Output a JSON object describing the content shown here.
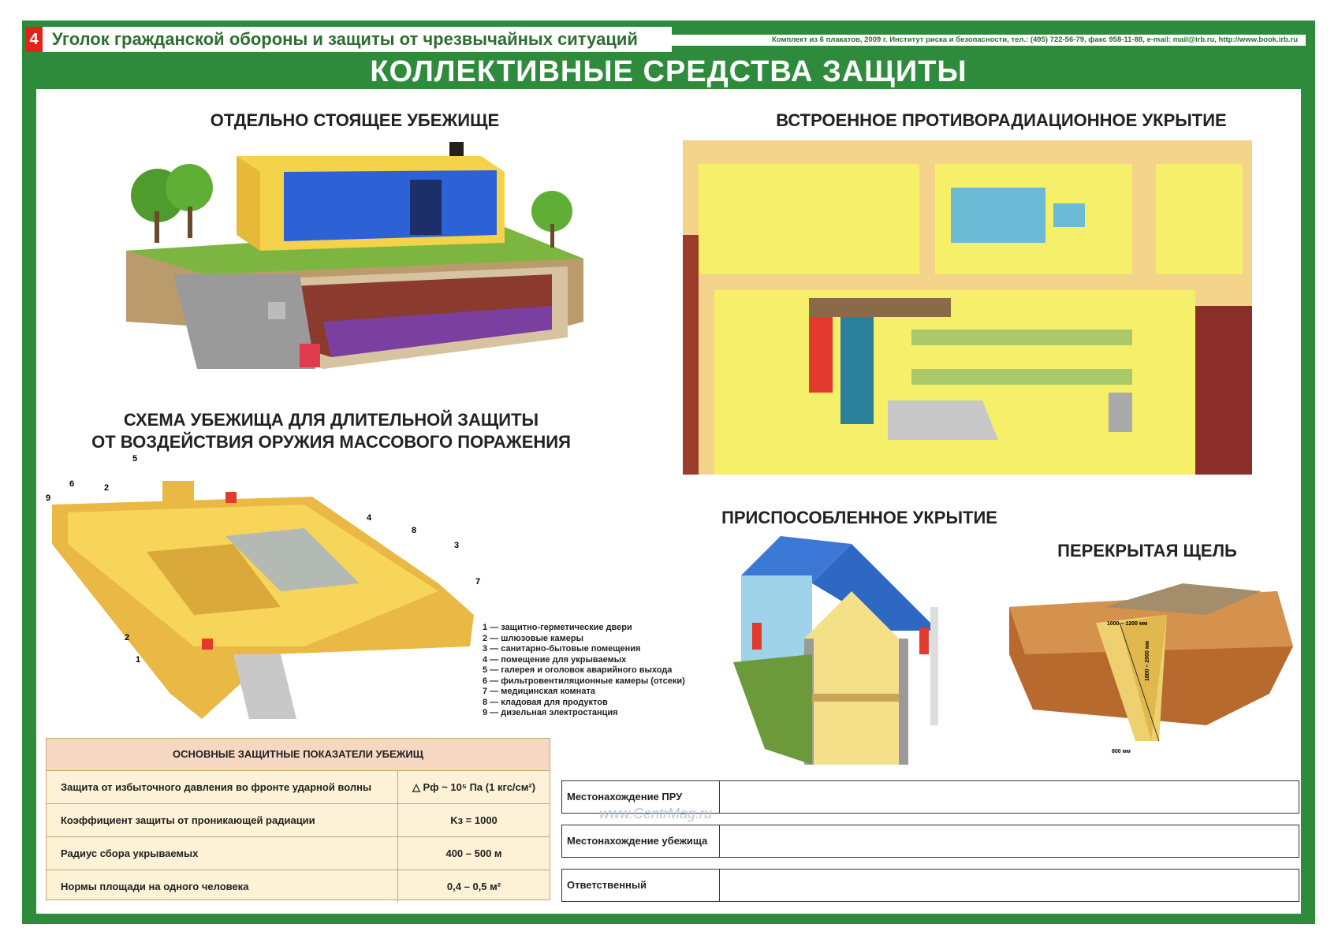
{
  "header": {
    "number": "4",
    "series": "Уголок гражданской обороны и защиты от чрезвычайных ситуаций",
    "publisher": "Комплект из 6 плакатов, 2009 г. Институт риска и безопасности, тел.: (495) 722-56-79, факс 958-11-88, e-mail: mail@irb.ru, http://www.book.irb.ru",
    "title": "КОЛЛЕКТИВНЫЕ СРЕДСТВА ЗАЩИТЫ"
  },
  "sections": {
    "standalone": "ОТДЕЛЬНО СТОЯЩЕЕ УБЕЖИЩЕ",
    "built_in": "ВСТРОЕННОЕ ПРОТИВОРАДИАЦИОННОЕ УКРЫТИЕ",
    "scheme_line1": "СХЕМА УБЕЖИЩА ДЛЯ ДЛИТЕЛЬНОЙ ЗАЩИТЫ",
    "scheme_line2": "ОТ ВОЗДЕЙСТВИЯ ОРУЖИЯ МАССОВОГО ПОРАЖЕНИЯ",
    "adapted": "ПРИСПОСОБЛЕННОЕ УКРЫТИЕ",
    "slit": "ПЕРЕКРЫТАЯ ЩЕЛЬ"
  },
  "scheme_callouts": [
    "1",
    "2",
    "2",
    "3",
    "4",
    "5",
    "6",
    "7",
    "8",
    "9"
  ],
  "legend": [
    "1 — защитно-герметические двери",
    "2 — шлюзовые камеры",
    "3 — санитарно-бытовые помещения",
    "4 — помещение для укрываемых",
    "5 — галерея и оголовок аварийного выхода",
    "6 — фильтровентиляционные камеры (отсеки)",
    "7 — медицинская комната",
    "8 — кладовая для продуктов",
    "9 — дизельная электростанция"
  ],
  "slit_dims": [
    "1000 – 1200 мм",
    "1800 – 2000 мм",
    "800 мм"
  ],
  "protection_table": {
    "title": "ОСНОВНЫЕ ЗАЩИТНЫЕ ПОКАЗАТЕЛИ УБЕЖИЩ",
    "rows": [
      {
        "label": "Защита от избыточного давления во фронте ударной волны",
        "value": "△ Pф ~ 10⁵ Па (1 кгс/см²)"
      },
      {
        "label": "Коэффициент защиты от проникающей радиации",
        "value": "Kз = 1000"
      },
      {
        "label": "Радиус сбора укрываемых",
        "value": "400 – 500 м"
      },
      {
        "label": "Нормы площади на одного человека",
        "value": "0,4 – 0,5 м²"
      }
    ]
  },
  "form_fields": [
    {
      "label": "Местонахождение ПРУ"
    },
    {
      "label": "Местонахождение убежища"
    },
    {
      "label": "Ответственный"
    }
  ],
  "watermark": "www.CentrMag.ru"
}
